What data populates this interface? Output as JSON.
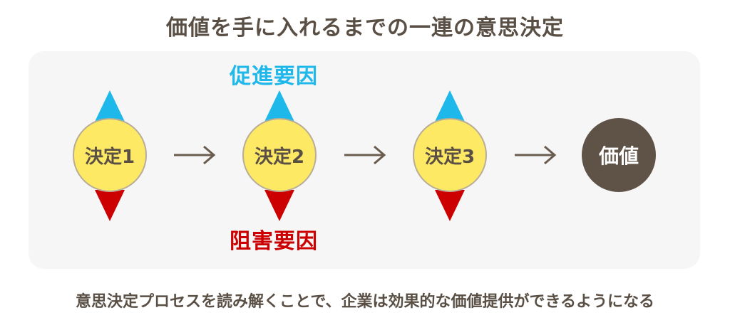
{
  "title": "価値を手に入れるまでの一連の意思決定",
  "promote_label": "促進要因",
  "hinder_label": "阻害要因",
  "decisions": [
    "決定1",
    "決定2",
    "決定3"
  ],
  "value_label": "価値",
  "footer": "意思決定プロセスを読み解くことで、企業は効果的な価値提供ができるようになる",
  "colors": {
    "promote": "#1fb8ea",
    "hinder": "#cc0000",
    "node": "#fde964",
    "value": "#5f5247",
    "text": "#5a4f45",
    "panel": "#f6f6f6"
  }
}
